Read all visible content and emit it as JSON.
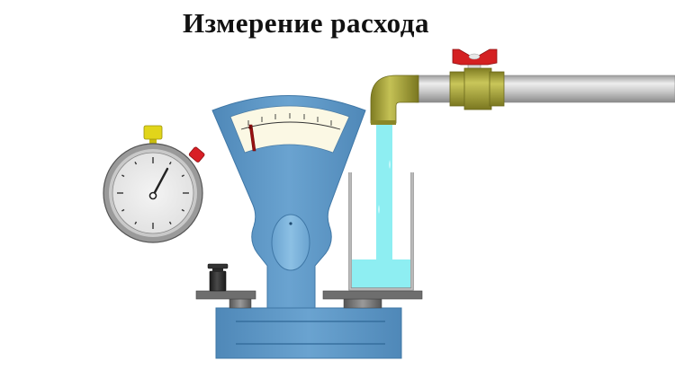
{
  "title": "Измерение расхода",
  "diagram": {
    "components": [
      {
        "id": "stopwatch",
        "label": "Stopwatch"
      },
      {
        "id": "scale",
        "label": "Weighing scale with dial"
      },
      {
        "id": "weight",
        "label": "Counterweight"
      },
      {
        "id": "beaker",
        "label": "Measuring vessel with water"
      },
      {
        "id": "pipe",
        "label": "Horizontal pipe with elbow"
      },
      {
        "id": "valve",
        "label": "Ball valve with butterfly handle"
      },
      {
        "id": "water-stream",
        "label": "Falling water stream"
      }
    ],
    "dial": {
      "tick_count": 7
    },
    "colors": {
      "scale_body": "#5f98c6",
      "scale_dark": "#3f77a6",
      "dial_face": "#fbf8e4",
      "needle": "#9a1010",
      "stopwatch_ring": "#9a9a9a",
      "stopwatch_face": "#ececec",
      "stopwatch_button": "#e1d51a",
      "stopwatch_side_button": "#d81f26",
      "pipe": "#c8c8c8",
      "brass": "#a9a53a",
      "valve_handle": "#d42022",
      "water": "#8eeef2",
      "platform": "#6e6e6e",
      "weight": "#2a2a2a"
    }
  }
}
